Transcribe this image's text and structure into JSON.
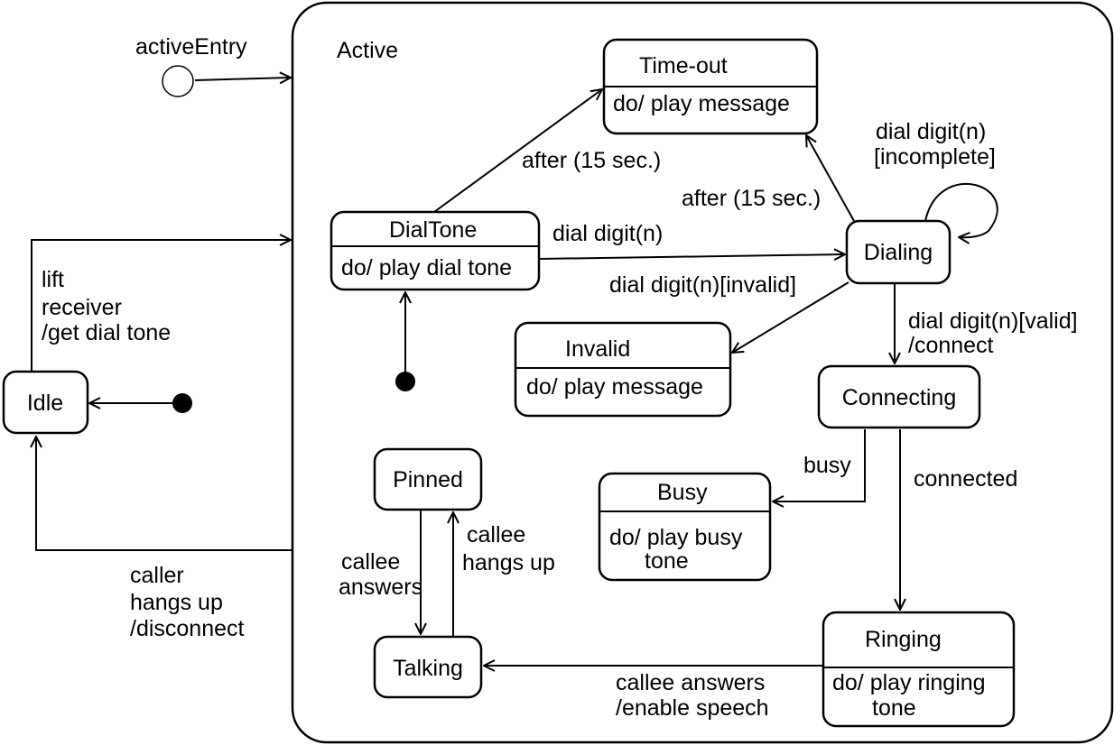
{
  "diagram": {
    "composite_state": "Active",
    "pseudo_state_label": "activeEntry",
    "states": {
      "idle": "Idle",
      "dialtone": {
        "name": "DialTone",
        "activity": "do/ play dial tone"
      },
      "timeout": {
        "name": "Time-out",
        "activity": "do/ play message"
      },
      "dialing": "Dialing",
      "invalid": {
        "name": "Invalid",
        "activity": "do/ play message"
      },
      "connecting": "Connecting",
      "busy": {
        "name": "Busy",
        "activity_line1": "do/ play busy",
        "activity_line2": "tone"
      },
      "ringing": {
        "name": "Ringing",
        "activity_line1": "do/ play ringing",
        "activity_line2": "tone"
      },
      "pinned": "Pinned",
      "talking": "Talking"
    },
    "transitions": {
      "lift_receiver": [
        "lift",
        "receiver",
        "/get dial tone"
      ],
      "caller_hangs_up": [
        "caller",
        "hangs up",
        "/disconnect"
      ],
      "dialtone_to_timeout": "after (15 sec.)",
      "dialing_to_timeout": "after (15 sec.)",
      "dialtone_to_dialing": "dial digit(n)",
      "dialing_self": [
        "dial digit(n)",
        "[incomplete]"
      ],
      "dialing_to_invalid": "dial digit(n)[invalid]",
      "dialing_to_connecting": [
        "dial digit(n)[valid]",
        "/connect"
      ],
      "busy": "busy",
      "connected": "connected",
      "ringing_to_talking": [
        "callee answers",
        "/enable speech"
      ],
      "pinned_to_talking": [
        "callee",
        "answers"
      ],
      "talking_to_pinned": [
        "callee",
        "hangs up"
      ]
    }
  }
}
